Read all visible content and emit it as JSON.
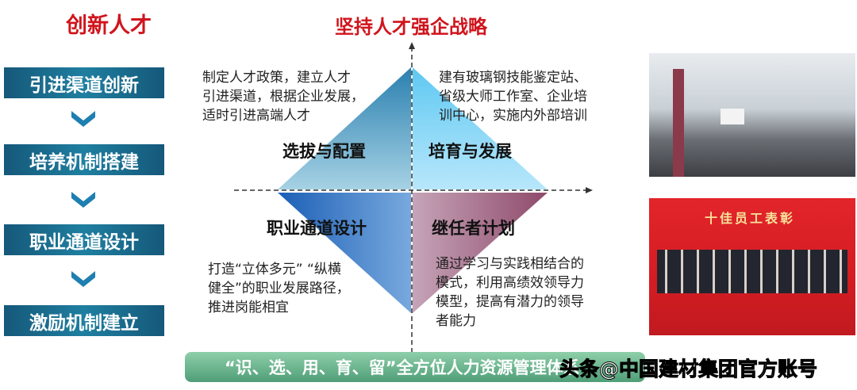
{
  "left": {
    "title": "创新人才",
    "steps": [
      "引进渠道创新",
      "培养机制搭建",
      "职业通道设计",
      "激励机制建立"
    ]
  },
  "center": {
    "title": "坚持人才强企战略",
    "quadrants": [
      {
        "label": "选拔与配置",
        "desc": [
          "制定人才政策，建立人才",
          "引进渠道，根据企业发展，",
          "适时引进高端人才"
        ]
      },
      {
        "label": "培育与发展",
        "desc": [
          "建有玻璃钢技能鉴定站、",
          "省级大师工作室、企业培",
          "训中心，实施内外部培训"
        ]
      },
      {
        "label": "职业通道设计",
        "desc": [
          "打造“立体多元”  “纵横",
          "健全”的职业发展路径，",
          "推进岗能相宜"
        ]
      },
      {
        "label": "继任者计划",
        "desc": [
          "通过学习与实践相结合的",
          "模式，利用高绩效领导力",
          "模型，提高有潜力的领导",
          "者能力"
        ]
      }
    ]
  },
  "photos": {
    "banner_text": "十佳员工表彰"
  },
  "bottom_bar": "“识、选、用、育、留”全方位人力资源管理体系",
  "watermark": "头条@中国建材集团官方账号",
  "colors": {
    "title_red": "#d0141c",
    "step_blue": "#1a6a8c",
    "bar_green": "#6bb68f"
  }
}
